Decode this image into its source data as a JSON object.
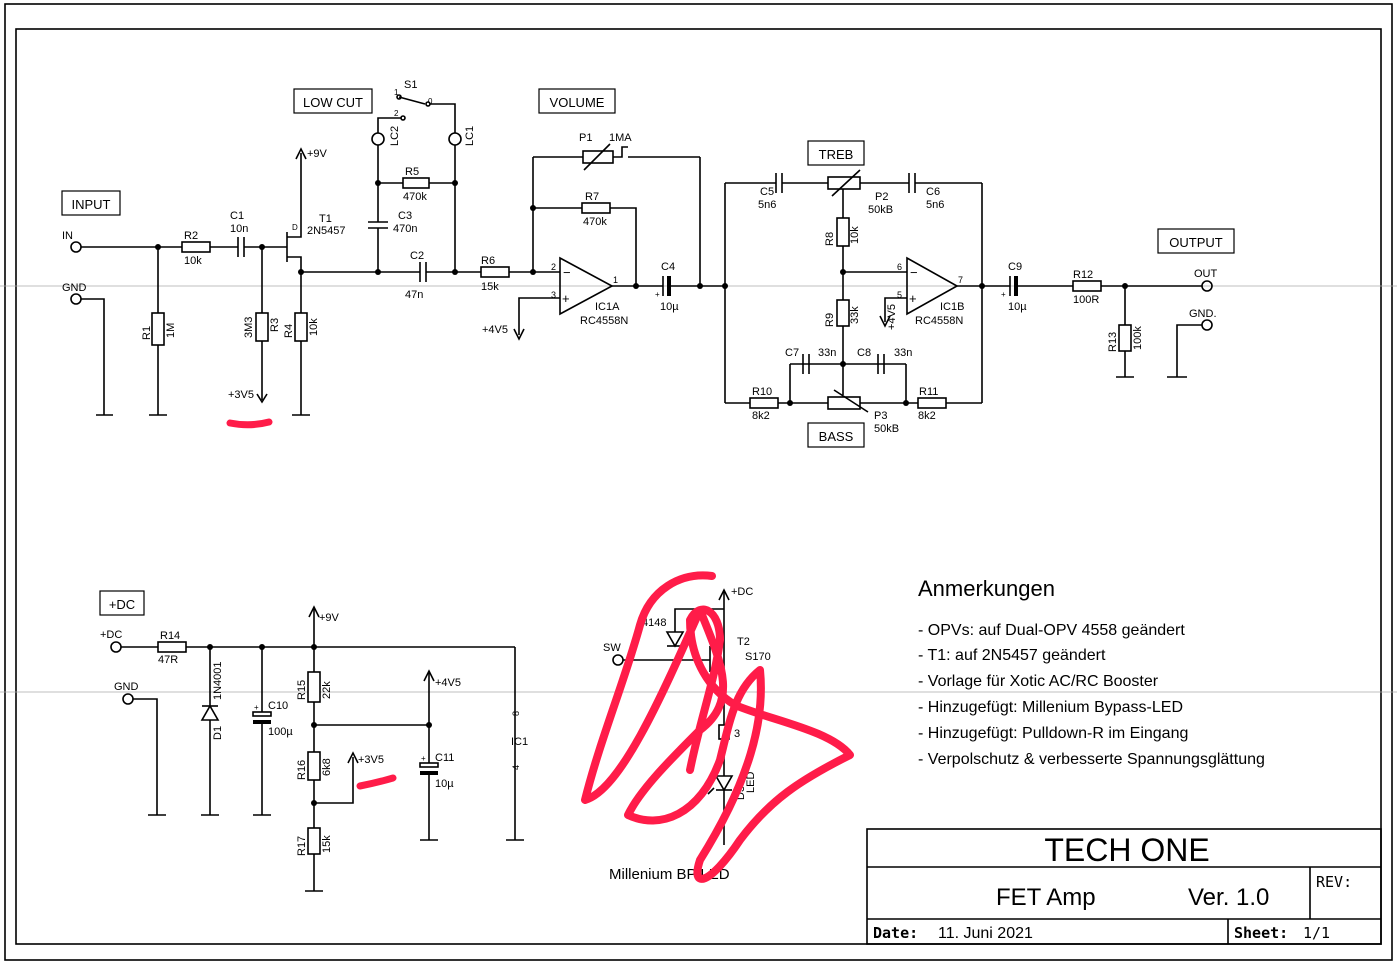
{
  "labels": {
    "input": "INPUT",
    "low_cut": "LOW CUT",
    "volume": "VOLUME",
    "treb": "TREB",
    "bass": "BASS",
    "output": "OUTPUT",
    "dc_box": "+DC"
  },
  "ports": {
    "in": "IN",
    "gnd": "GND",
    "out": "OUT",
    "gnd_out": "GND.",
    "dc_in": "+DC",
    "gnd_ps": "GND",
    "sw": "SW"
  },
  "rails": {
    "plus9v": "+9V",
    "plus9v_ps": "+9V",
    "plus3v5": "+3V5",
    "plus4v5": "+4V5",
    "plus4v5_ic": "+4V5",
    "plus4v5_ps": "+4V5",
    "plus3v5_ps": "+3V5",
    "plus_dc": "+DC"
  },
  "components": {
    "R1": {
      "name": "R1",
      "value": "1M"
    },
    "R2": {
      "name": "R2",
      "value": "10k"
    },
    "R3": {
      "name": "R3",
      "value": "3M3"
    },
    "R4": {
      "name": "R4",
      "value": "10k"
    },
    "R5": {
      "name": "R5",
      "value": "470k"
    },
    "R6": {
      "name": "R6",
      "value": "15k"
    },
    "R7": {
      "name": "R7",
      "value": "470k"
    },
    "R8": {
      "name": "R8",
      "value": "10k"
    },
    "R9": {
      "name": "R9",
      "value": "33k"
    },
    "R10": {
      "name": "R10",
      "value": "8k2"
    },
    "R11": {
      "name": "R11",
      "value": "8k2"
    },
    "R12": {
      "name": "R12",
      "value": "100R"
    },
    "R13": {
      "name": "R13",
      "value": "100k"
    },
    "R14": {
      "name": "R14",
      "value": "47R"
    },
    "R15": {
      "name": "R15",
      "value": "22k"
    },
    "R16": {
      "name": "R16",
      "value": "6k8"
    },
    "R17": {
      "name": "R17",
      "value": "15k"
    },
    "C1": {
      "name": "C1",
      "value": "10n"
    },
    "C2": {
      "name": "C2",
      "value": "47n"
    },
    "C3": {
      "name": "C3",
      "value": "470n"
    },
    "C4": {
      "name": "C4",
      "value": "10µ"
    },
    "C5": {
      "name": "C5",
      "value": "5n6"
    },
    "C6": {
      "name": "C6",
      "value": "5n6"
    },
    "C7": {
      "name": "C7",
      "value": "33n"
    },
    "C8": {
      "name": "C8",
      "value": "33n"
    },
    "C9": {
      "name": "C9",
      "value": "10µ"
    },
    "C10": {
      "name": "C10",
      "value": "100µ"
    },
    "C11": {
      "name": "C11",
      "value": "10µ"
    },
    "T1": {
      "name": "T1",
      "value": "2N5457"
    },
    "T2": {
      "name": "T2",
      "value": "S170"
    },
    "P1": {
      "name": "P1",
      "value": "1MA"
    },
    "P2": {
      "name": "P2",
      "value": "50kB"
    },
    "P3": {
      "name": "P3",
      "value": "50kB"
    },
    "IC1A": {
      "name": "IC1A",
      "value": "RC4558N"
    },
    "IC1B": {
      "name": "IC1B",
      "value": "RC4558N"
    },
    "IC1": {
      "name": "IC1"
    },
    "D1": {
      "name": "D1",
      "value": "1N4001"
    },
    "D2": {
      "name": "4148"
    },
    "D3": {
      "name": "D3",
      "value": "LED"
    },
    "R_led": {
      "value": "3"
    },
    "S1": {
      "name": "S1"
    },
    "LC1": {
      "name": "LC1"
    },
    "LC2": {
      "name": "LC2"
    }
  },
  "pins": {
    "ic1a_in_minus": "2",
    "ic1a_in_plus": "3",
    "ic1a_out": "1",
    "ic1b_in_minus": "6",
    "ic1b_in_plus": "5",
    "ic1b_out": "7",
    "ic1_vcc": "8",
    "ic1_gnd": "4",
    "s1_a": "1",
    "s1_b": "2",
    "s1_c": "0",
    "t1_d": "D"
  },
  "notes": {
    "title": "Anmerkungen",
    "items": [
      "- OPVs: auf Dual-OPV 4558 geändert",
      "- T1: auf 2N5457 geändert",
      "- Vorlage für Xotic AC/RC Booster",
      "- Hinzugefügt: Millenium Bypass-LED",
      "- Hinzugefügt: Pulldown-R im Eingang",
      "- Verpolschutz & verbesserte Spannungsglättung"
    ]
  },
  "millenium_label": "Millenium BP LED",
  "title_block": {
    "company": "TECH ONE",
    "project": "FET Amp",
    "version": "Ver. 1.0",
    "rev_label": "REV:",
    "date_label": "Date:",
    "date": "11. Juni 2021",
    "sheet_label": "Sheet:",
    "sheet": "1/1"
  },
  "colors": {
    "ink": "#000000",
    "annotation": "#ff1c49",
    "background": "#ffffff"
  }
}
